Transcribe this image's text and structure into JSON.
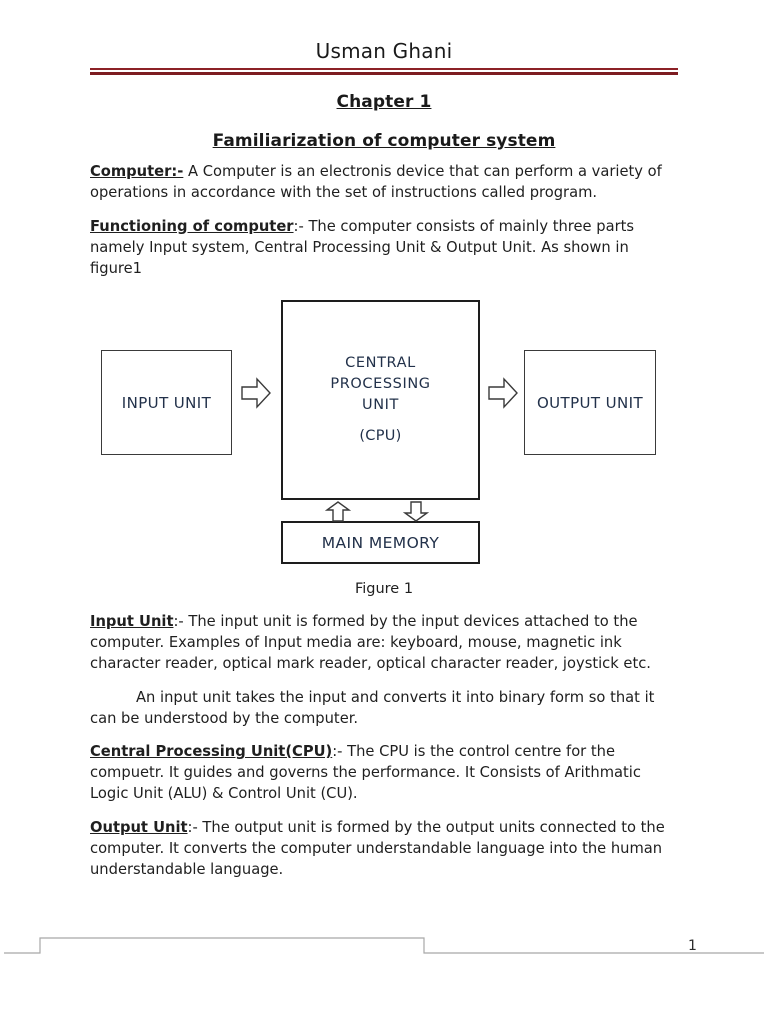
{
  "header": {
    "author": "Usman Ghani",
    "rule_color": "#8c2126"
  },
  "titles": {
    "chapter": "Chapter 1",
    "document": "Familiarization of computer system"
  },
  "body_upper": {
    "p1_lead": "Computer:-",
    "p1_text": " A Computer is an electronis device that can perform a variety of operations in accordance with the set of instructions called program.",
    "p2_lead": "Functioning of computer",
    "p2_colon": ":-",
    "p2_text": " The computer consists of mainly three parts namely Input system, Central Processing Unit & Output Unit. As shown in figure1"
  },
  "diagram": {
    "input_label": "INPUT UNIT",
    "cpu_line1": "CENTRAL",
    "cpu_line2": "PROCESSING",
    "cpu_line3": "UNIT",
    "cpu_abbr": "(CPU)",
    "output_label": "OUTPUT UNIT",
    "memory_label": "MAIN MEMORY",
    "caption": "Figure 1",
    "box_border_color": "#3a3a3a",
    "label_color": "#22314a"
  },
  "body_lower": {
    "p3_lead": "Input Unit",
    "p3_colon": ":-",
    "p3_text": " The input unit is formed by the input devices attached to the computer. Examples of Input media are: keyboard, mouse, magnetic ink character reader, optical mark reader, optical character reader, joystick etc.",
    "p4_text": "An input unit takes the input and converts it into binary form so that it can be understood by the computer.",
    "p5_lead": "Central Processing Unit(CPU)",
    "p5_colon": ":-",
    "p5_text": " The CPU is the control centre for the compuetr. It guides and governs the performance. It Consists of Arithmatic Logic Unit (ALU) & Control Unit (CU).",
    "p6_lead": "Output Unit",
    "p6_colon": ":-",
    "p6_text": " The output unit is formed by the output units connected to the computer. It converts the computer understandable language into the human understandable language."
  },
  "footer": {
    "page_number": "1"
  }
}
